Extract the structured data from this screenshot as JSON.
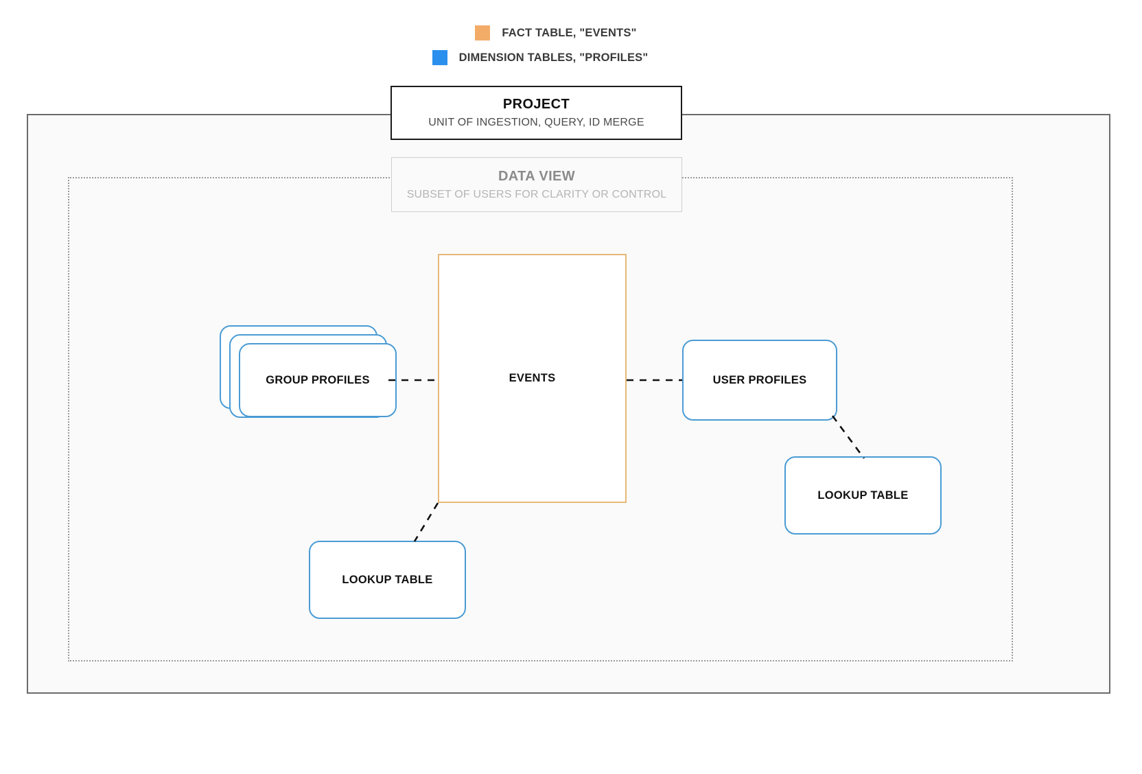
{
  "legend": {
    "items": [
      {
        "swatch_color": "#F3AC68",
        "icon": "square-swatch-icon",
        "label": "FACT TABLE, \"EVENTS\""
      },
      {
        "swatch_color": "#2B90ED",
        "icon": "square-swatch-icon",
        "label": "DIMENSION TABLES, \"PROFILES\""
      }
    ]
  },
  "project": {
    "title": "PROJECT",
    "subtitle": "UNIT OF INGESTION, QUERY, ID MERGE",
    "border_color": "#1A1A1A"
  },
  "data_view": {
    "title": "DATA VIEW",
    "subtitle": "SUBSET OF USERS FOR CLARITY OR CONTROL",
    "border_color": "#CFCFCF"
  },
  "fact_table": {
    "label": "EVENTS",
    "border_color": "#E8B877"
  },
  "dimension_tables": {
    "group_profiles": {
      "label": "GROUP PROFILES",
      "stacked": true,
      "stack_count": 3,
      "border_color": "#4A9BD4"
    },
    "user_profiles": {
      "label": "USER PROFILES",
      "border_color": "#4A9BD4"
    },
    "lookup_table_left": {
      "label": "LOOKUP TABLE",
      "border_color": "#4A9BD4"
    },
    "lookup_table_right": {
      "label": "LOOKUP TABLE",
      "border_color": "#4A9BD4"
    }
  },
  "connectors": [
    {
      "name": "group-profiles-to-events",
      "style": "dashed",
      "color": "#111111"
    },
    {
      "name": "events-to-user-profiles",
      "style": "dashed",
      "color": "#111111"
    },
    {
      "name": "user-profiles-to-lookup-right",
      "style": "dashed",
      "color": "#111111"
    },
    {
      "name": "events-to-lookup-left",
      "style": "dashed",
      "color": "#111111"
    }
  ],
  "containers": {
    "project_fill": "#FAFAFA",
    "project_border": "#6B6B6B",
    "data_view_border": "#9A9A9A"
  }
}
